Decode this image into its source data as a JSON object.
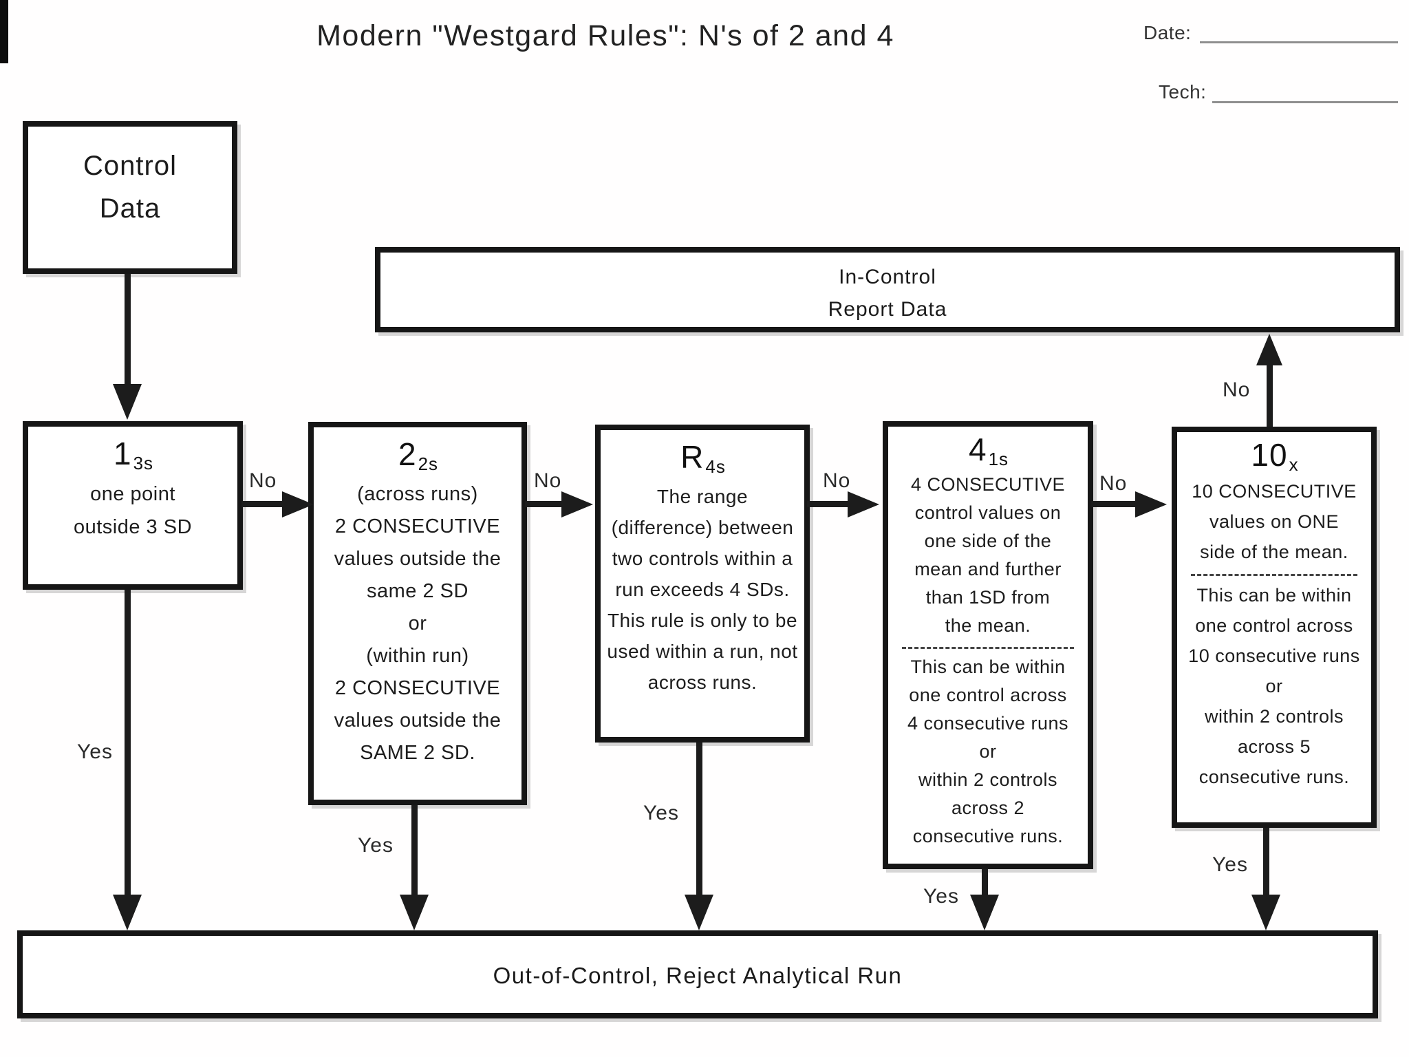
{
  "title": "Modern \"Westgard Rules\": N's of 2 and 4",
  "header": {
    "date_label": "Date:",
    "tech_label": "Tech:"
  },
  "labels": {
    "yes": "Yes",
    "no": "No"
  },
  "control_data": {
    "line1": "Control",
    "line2": "Data"
  },
  "in_control": {
    "line1": "In-Control",
    "line2": "Report Data"
  },
  "out_of_control": "Out-of-Control, Reject Analytical Run",
  "rules": [
    {
      "symbol": "1",
      "subscript": "3s",
      "body": [
        "one point",
        "outside 3 SD"
      ],
      "footer": []
    },
    {
      "symbol": "2",
      "subscript": "2s",
      "body": [
        "(across runs)",
        "2 CONSECUTIVE",
        "values outside the",
        "same 2 SD",
        "or",
        "(within run)",
        "2 CONSECUTIVE",
        "values outside the",
        "SAME 2 SD."
      ],
      "footer": []
    },
    {
      "symbol": "R",
      "subscript": "4s",
      "body": [
        "The range",
        "(difference) between",
        "two controls within a",
        "run exceeds 4 SDs.",
        "This rule is only to be",
        "used within a run, not",
        "across runs."
      ],
      "footer": []
    },
    {
      "symbol": "4",
      "subscript": "1s",
      "body": [
        "4 CONSECUTIVE",
        "control values on",
        "one side of the",
        "mean and further",
        "than 1SD from",
        "the mean."
      ],
      "footer": [
        "This can be within",
        "one control across",
        "4 consecutive runs",
        "or",
        "within 2 controls",
        "across 2",
        "consecutive runs."
      ]
    },
    {
      "symbol": "10",
      "subscript": "x",
      "body": [
        "10 CONSECUTIVE",
        "values on ONE",
        "side of the mean."
      ],
      "footer": [
        "This can be within",
        "one control across",
        "10 consecutive runs",
        "or",
        "within 2 controls",
        "across 5",
        "consecutive runs."
      ]
    }
  ]
}
